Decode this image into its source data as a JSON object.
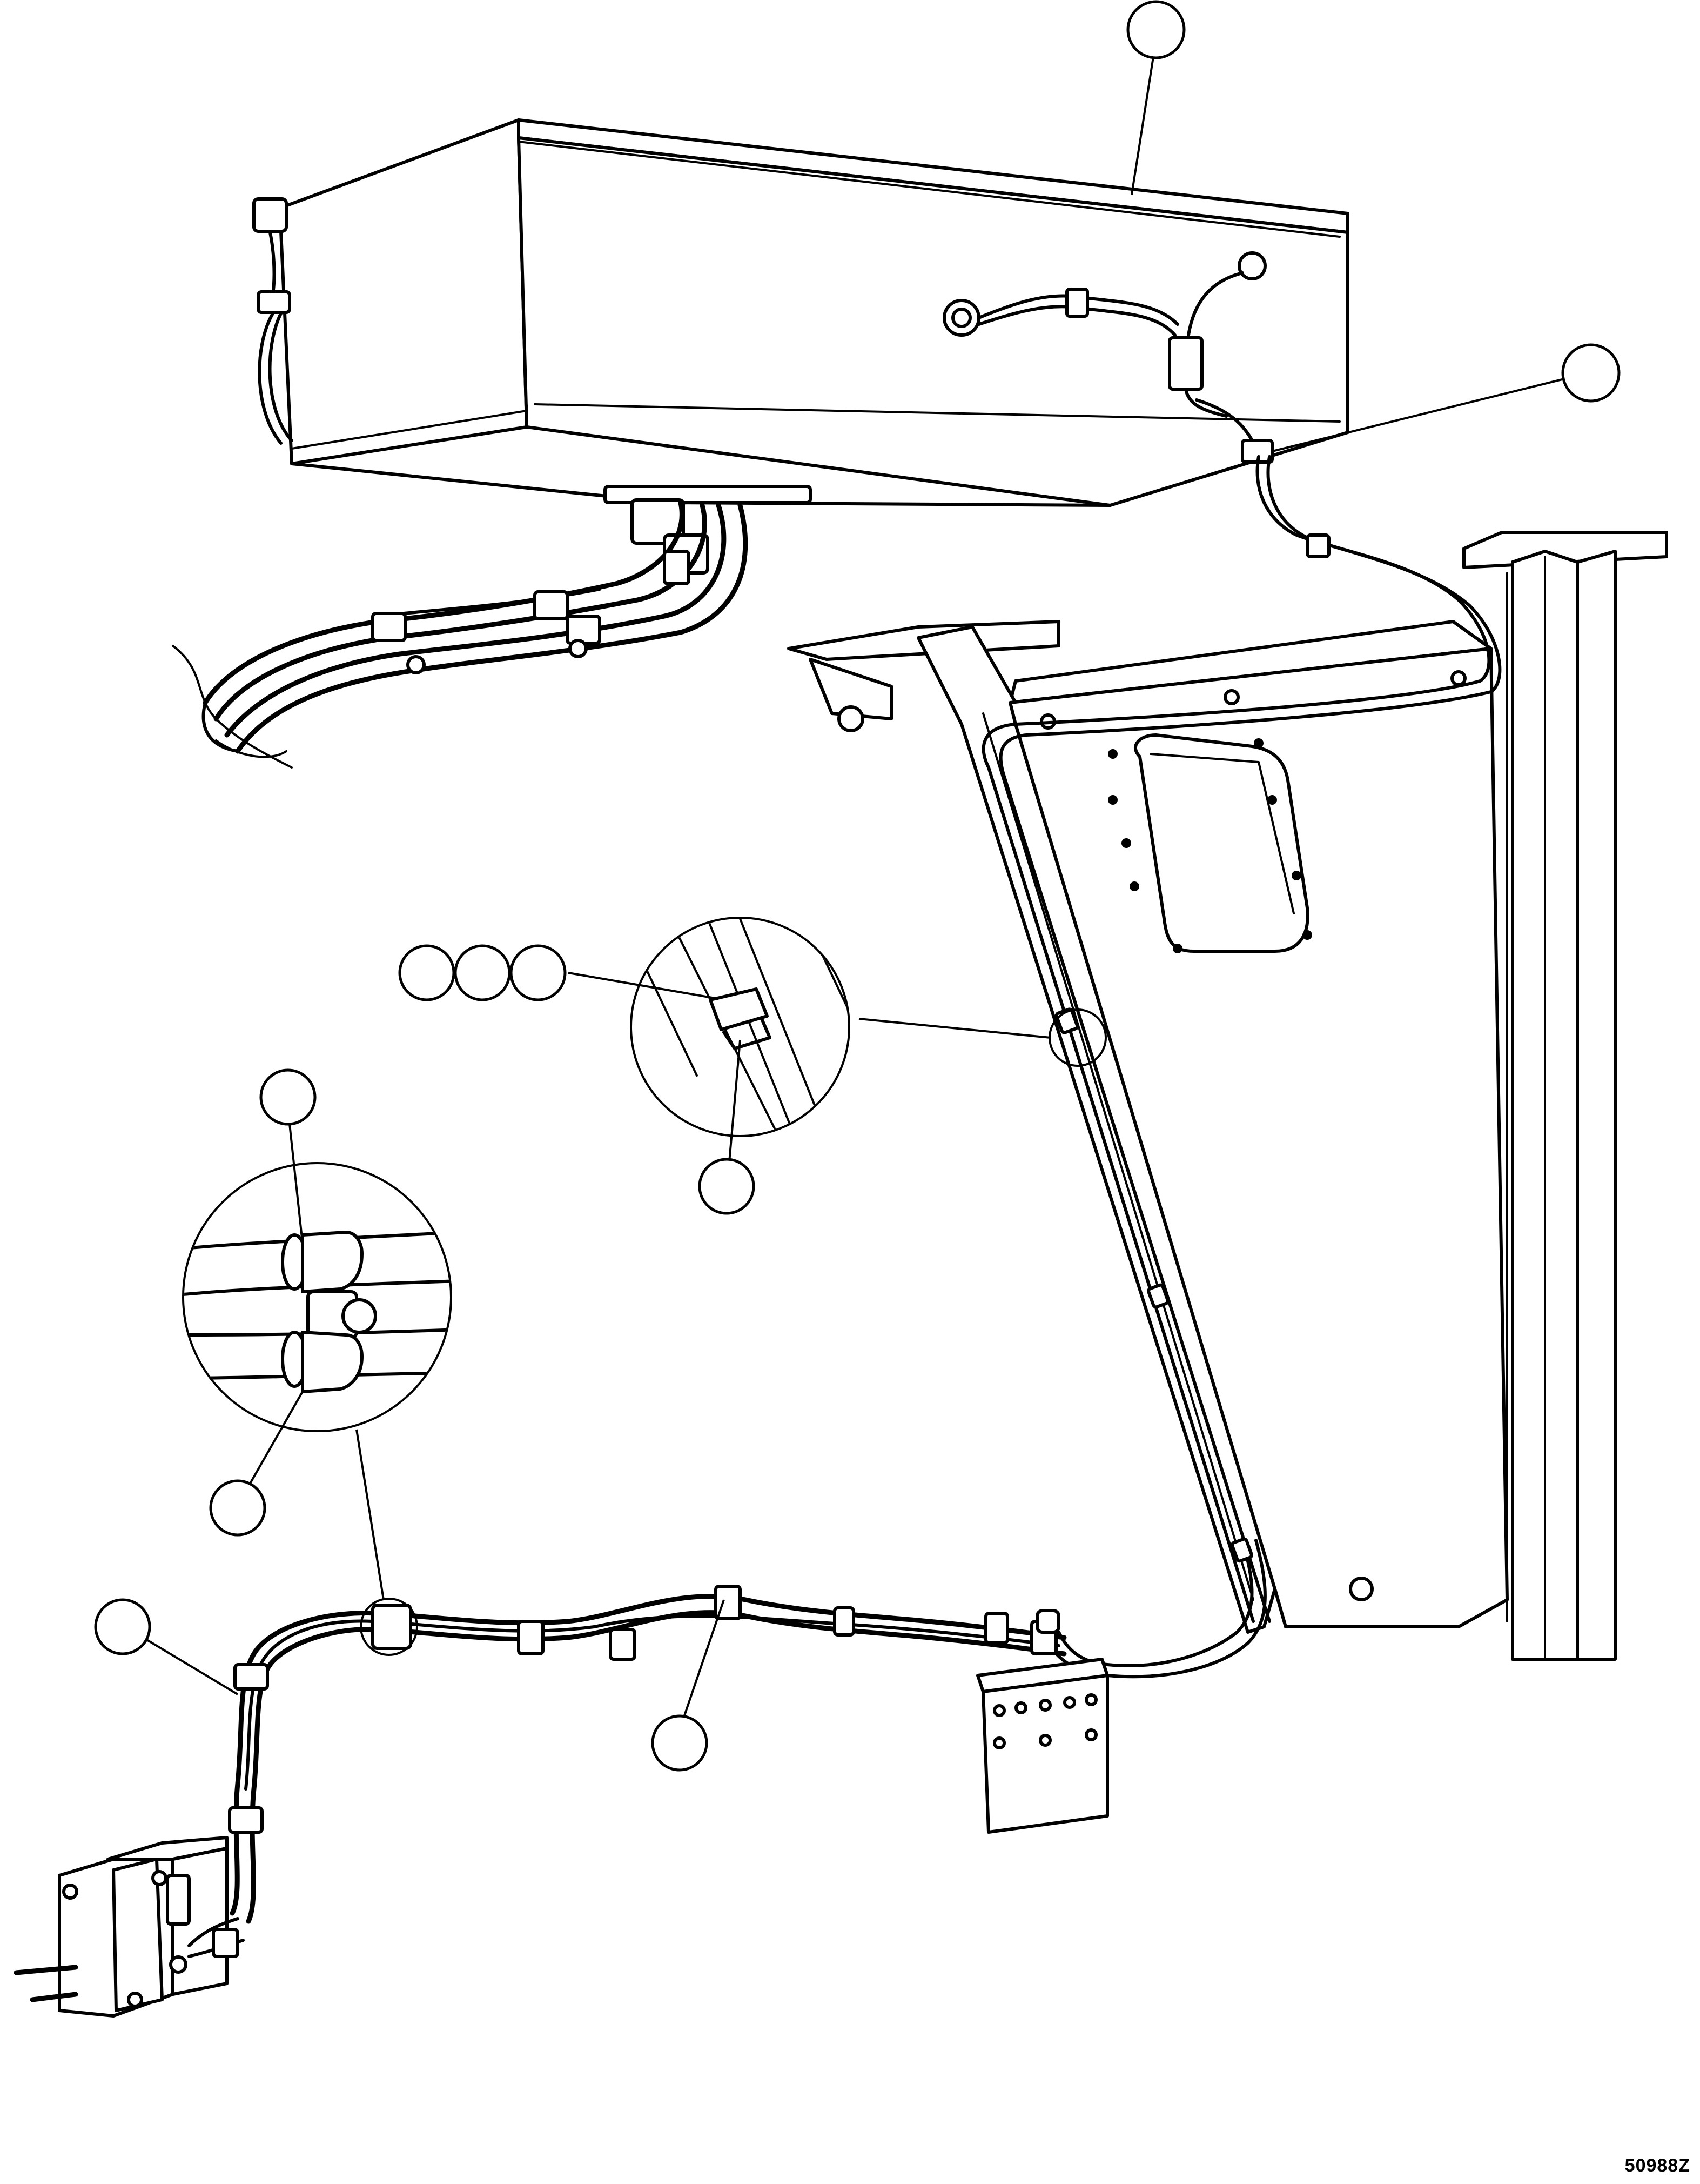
{
  "drawing": {
    "reference_number": "50988Z"
  },
  "callouts": [
    {
      "id": "callout-1",
      "label": ""
    },
    {
      "id": "callout-2",
      "label": ""
    },
    {
      "id": "callout-3",
      "label": ""
    },
    {
      "id": "callout-4",
      "label": ""
    },
    {
      "id": "callout-5",
      "label": ""
    },
    {
      "id": "callout-6",
      "label": ""
    },
    {
      "id": "callout-7",
      "label": ""
    },
    {
      "id": "callout-8",
      "label": ""
    },
    {
      "id": "callout-9",
      "label": ""
    },
    {
      "id": "callout-10",
      "label": ""
    },
    {
      "id": "callout-11",
      "label": ""
    }
  ],
  "details": [
    {
      "id": "detail-clip"
    },
    {
      "id": "detail-double-clamp"
    }
  ]
}
